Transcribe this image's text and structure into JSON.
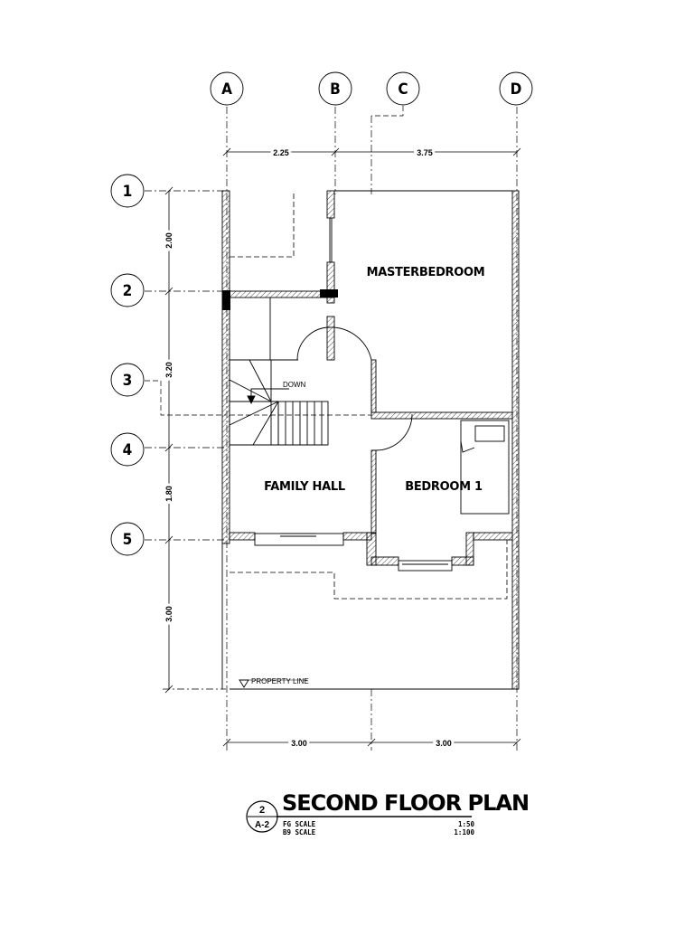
{
  "drawing": {
    "grid_columns": [
      "A",
      "B",
      "C",
      "D"
    ],
    "grid_rows": [
      "1",
      "2",
      "3",
      "4",
      "5"
    ],
    "dimensions_top": [
      "2.25",
      "3.75"
    ],
    "dimensions_left": [
      "2.00",
      "3.20",
      "1.80",
      "3.00"
    ],
    "dimensions_bottom": [
      "3.00",
      "3.00"
    ],
    "rooms": {
      "master_bedroom": "MASTERBEDROOM",
      "family_hall": "FAMILY HALL",
      "bedroom_1": "BEDROOM 1"
    },
    "stair_label": "DOWN",
    "property_line_label": "PROPERTY LINE"
  },
  "title_block": {
    "sheet_number": "2",
    "sheet_ref": "A-2",
    "title": "SECOND FLOOR PLAN",
    "scale_rows": [
      {
        "label": "FG SCALE",
        "value": "1:50"
      },
      {
        "label": "B9 SCALE",
        "value": "1:100"
      }
    ]
  }
}
